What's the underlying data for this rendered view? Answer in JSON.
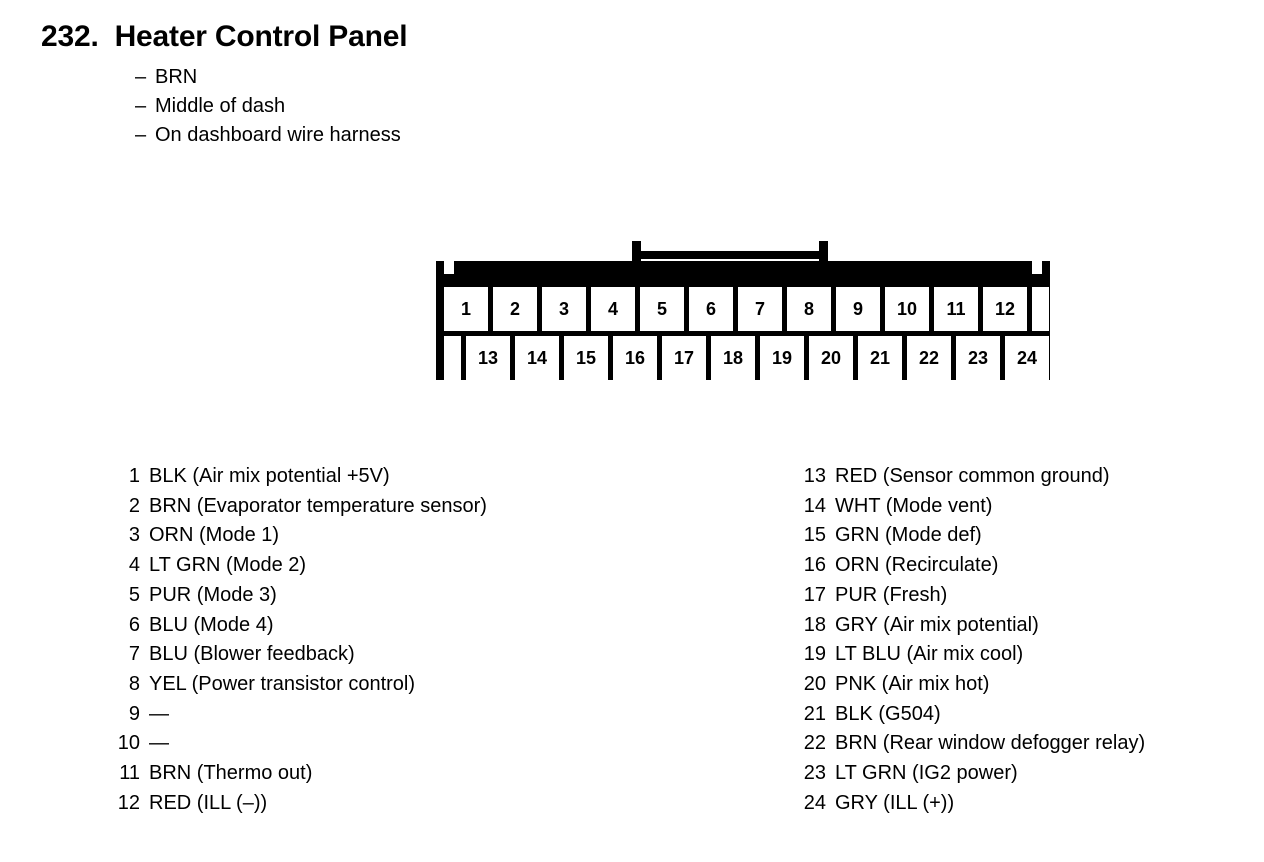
{
  "header": {
    "number": "232.",
    "title": "Heater Control Panel",
    "bullet_dash": "–",
    "bullets": [
      "BRN",
      "Middle of dash",
      "On dashboard wire harness"
    ]
  },
  "connector": {
    "type": "24-pin-two-row",
    "top_row": [
      "1",
      "2",
      "3",
      "4",
      "5",
      "6",
      "7",
      "8",
      "9",
      "10",
      "11",
      "12"
    ],
    "bottom_row": [
      "13",
      "14",
      "15",
      "16",
      "17",
      "18",
      "19",
      "20",
      "21",
      "22",
      "23",
      "24"
    ],
    "blank_cell": "",
    "outline_color": "#000000",
    "cell_color": "#ffffff"
  },
  "pins": {
    "left_column": [
      {
        "num": "1",
        "label": "BLK (Air mix potential +5V)"
      },
      {
        "num": "2",
        "label": "BRN (Evaporator temperature sensor)"
      },
      {
        "num": "3",
        "label": "ORN (Mode 1)"
      },
      {
        "num": "4",
        "label": "LT GRN (Mode 2)"
      },
      {
        "num": "5",
        "label": "PUR (Mode 3)"
      },
      {
        "num": "6",
        "label": "BLU (Mode 4)"
      },
      {
        "num": "7",
        "label": "BLU (Blower feedback)"
      },
      {
        "num": "8",
        "label": "YEL (Power transistor control)"
      },
      {
        "num": "9",
        "label": "—"
      },
      {
        "num": "10",
        "label": "—"
      },
      {
        "num": "11",
        "label": "BRN (Thermo out)"
      },
      {
        "num": "12",
        "label": "RED (ILL (–))"
      }
    ],
    "right_column": [
      {
        "num": "13",
        "label": "RED (Sensor common ground)"
      },
      {
        "num": "14",
        "label": "WHT (Mode vent)"
      },
      {
        "num": "15",
        "label": "GRN (Mode def)"
      },
      {
        "num": "16",
        "label": "ORN (Recirculate)"
      },
      {
        "num": "17",
        "label": "PUR (Fresh)"
      },
      {
        "num": "18",
        "label": "GRY (Air mix potential)"
      },
      {
        "num": "19",
        "label": "LT BLU (Air mix cool)"
      },
      {
        "num": "20",
        "label": "PNK (Air mix hot)"
      },
      {
        "num": "21",
        "label": "BLK (G504)"
      },
      {
        "num": "22",
        "label": "BRN (Rear window defogger relay)"
      },
      {
        "num": "23",
        "label": "LT GRN (IG2 power)"
      },
      {
        "num": "24",
        "label": "GRY (ILL (+))"
      }
    ]
  }
}
